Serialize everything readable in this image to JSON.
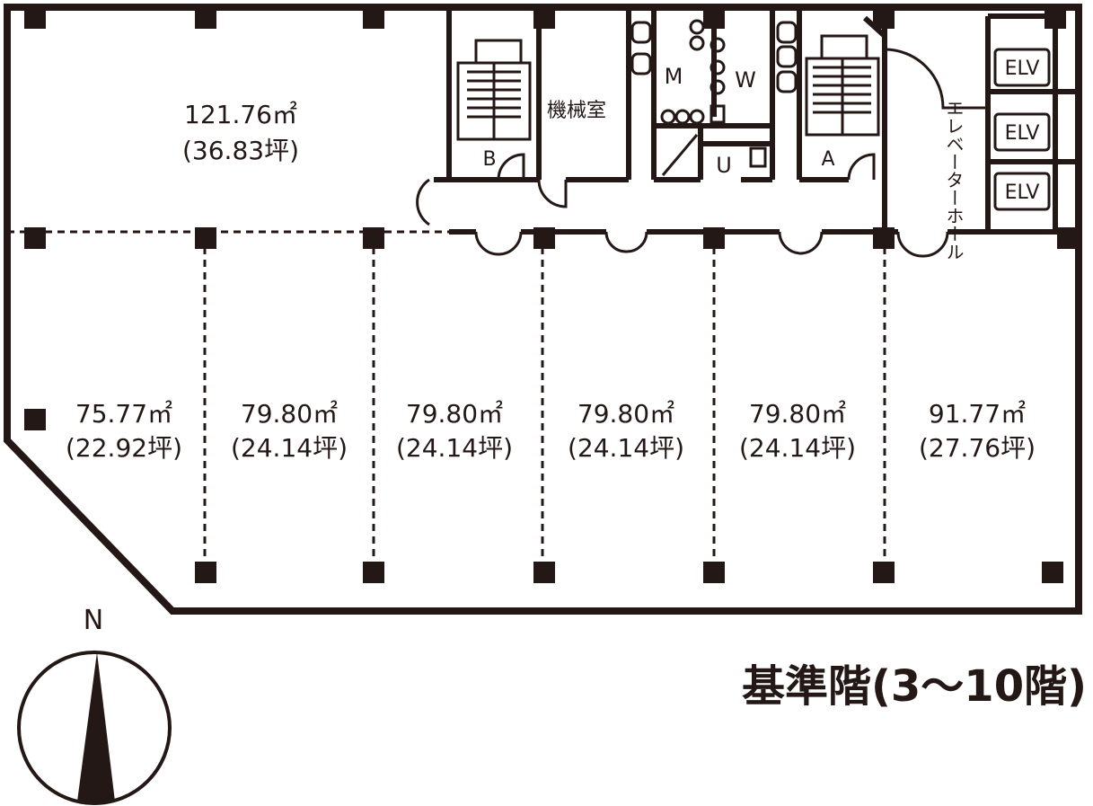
{
  "floorplan": {
    "title": "基準階(3〜10階)",
    "north_label": "N",
    "top_area": {
      "area_m2": "121.76㎡",
      "area_tsubo": "(36.83坪)"
    },
    "units": [
      {
        "area_m2": "75.77㎡",
        "area_tsubo": "(22.92坪)"
      },
      {
        "area_m2": "79.80㎡",
        "area_tsubo": "(24.14坪)"
      },
      {
        "area_m2": "79.80㎡",
        "area_tsubo": "(24.14坪)"
      },
      {
        "area_m2": "79.80㎡",
        "area_tsubo": "(24.14坪)"
      },
      {
        "area_m2": "79.80㎡",
        "area_tsubo": "(24.14坪)"
      },
      {
        "area_m2": "91.77㎡",
        "area_tsubo": "(27.76坪)"
      }
    ],
    "rooms": {
      "machine_room": "機械室",
      "stair_b": "B",
      "stair_a": "A",
      "toilet_m": "M",
      "toilet_w": "W",
      "toilet_u": "U",
      "elevator_hall": "エレベーターホール",
      "elevators": [
        "ELV",
        "ELV",
        "ELV"
      ]
    }
  }
}
